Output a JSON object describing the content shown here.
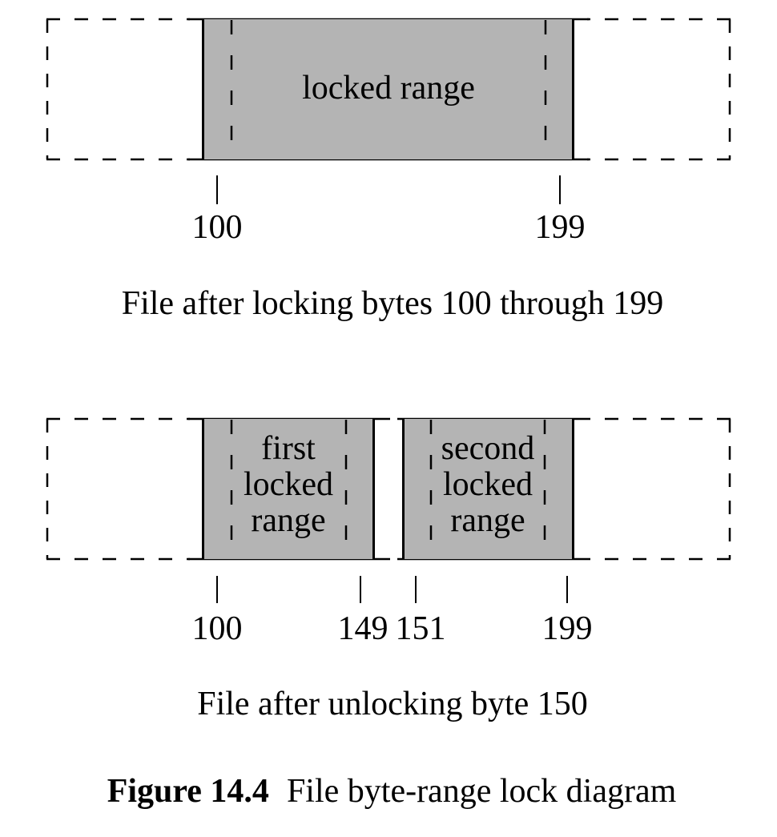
{
  "palette": {
    "background": "#ffffff",
    "line_color": "#000000",
    "text_color": "#000000",
    "locked_fill": "#b4b4b4"
  },
  "diagram_top": {
    "locked_label": "locked range",
    "ticks": [
      {
        "label": "100"
      },
      {
        "label": "199"
      }
    ],
    "caption": "File after locking bytes 100 through 199"
  },
  "diagram_bottom": {
    "first_box_lines": [
      "first",
      "locked",
      "range"
    ],
    "second_box_lines": [
      "second",
      "locked",
      "range"
    ],
    "ticks": [
      {
        "label": "100"
      },
      {
        "label": "149"
      },
      {
        "label": "151"
      },
      {
        "label": "199"
      }
    ],
    "caption": "File after unlocking byte 150"
  },
  "figure_caption": {
    "number": "Figure 14.4",
    "title": "File byte-range lock diagram"
  }
}
